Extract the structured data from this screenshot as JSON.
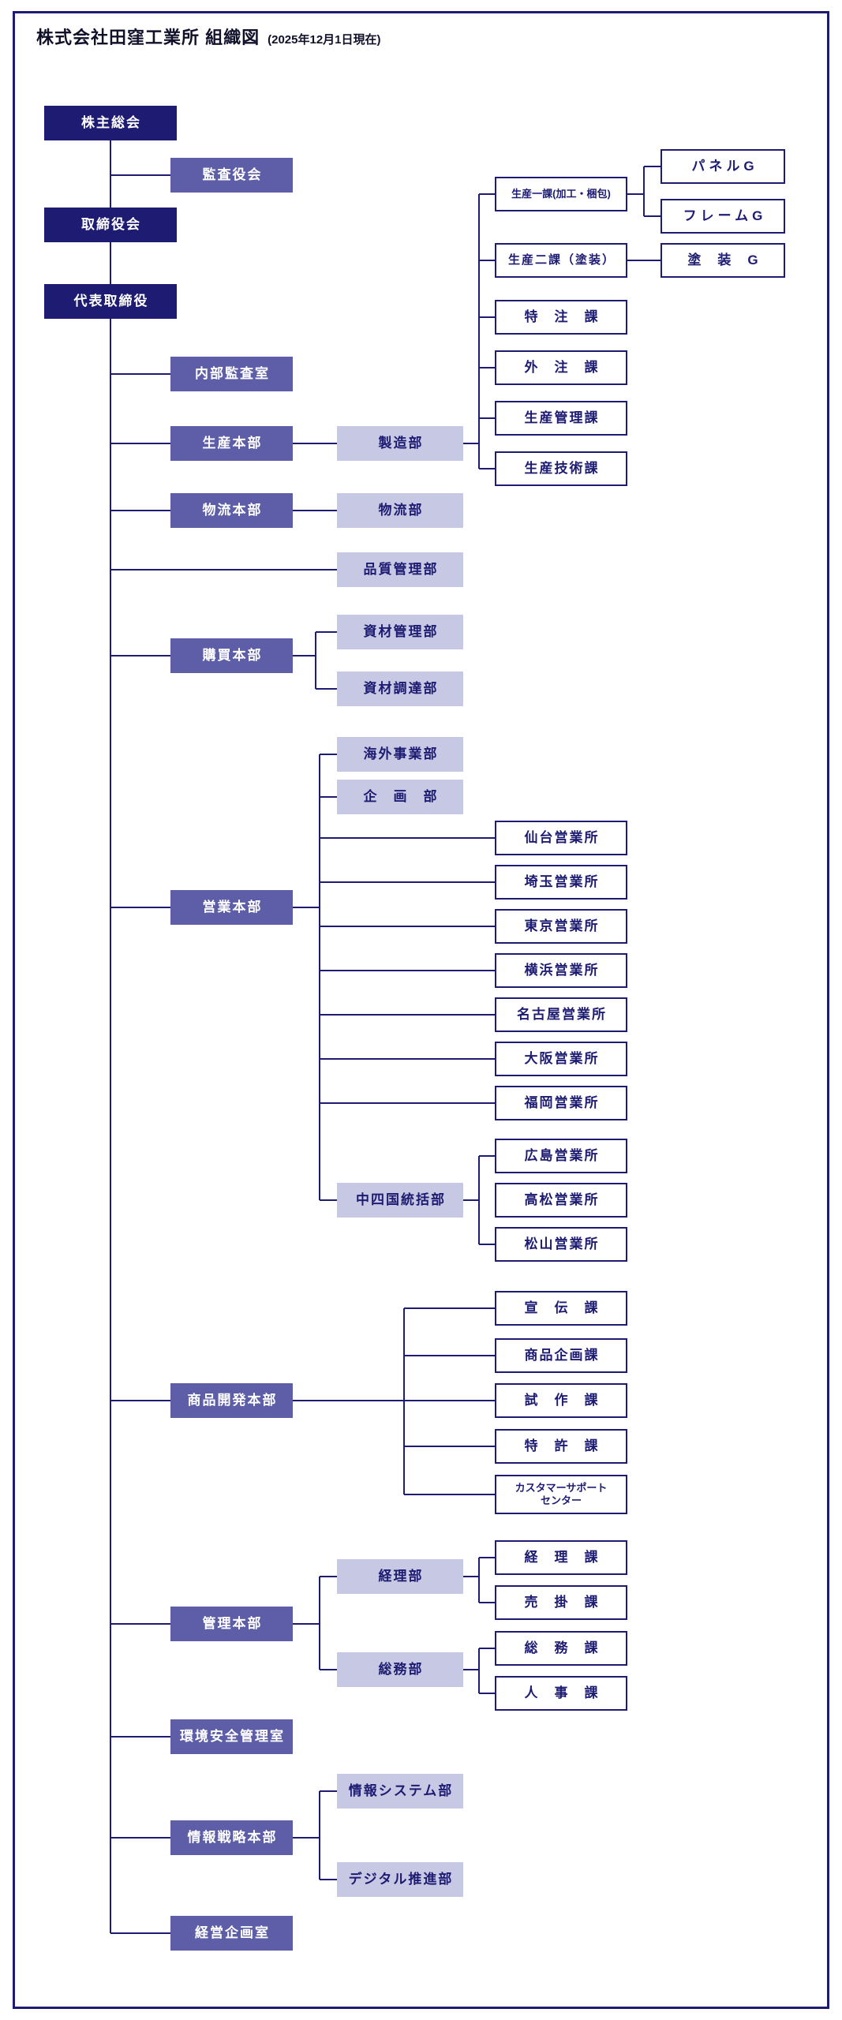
{
  "title": "株式会社田窪工業所 組織図",
  "date_note": "(2025年12月1日現在)",
  "colors": {
    "navy": "#1e1c72",
    "purple": "#5e5ea8",
    "lavender": "#c7c8e4",
    "line": "#1e1c72",
    "background": "#ffffff"
  },
  "nodes": {
    "shareholders": "株主総会",
    "audit_board": "監査役会",
    "board": "取締役会",
    "ceo": "代表取締役",
    "internal_audit": "内部監査室",
    "production_hq": "生産本部",
    "manufacturing": "製造部",
    "seisan1": "生産一課(加工・梱包)",
    "panel_g": "パネルG",
    "frame_g": "フレームG",
    "seisan2": "生産二課（塗装）",
    "tosou_g": "塗　装　G",
    "tokuchu": "特　注　課",
    "gaichu": "外　注　課",
    "seisan_kanri": "生産管理課",
    "seisan_gijutsu": "生産技術課",
    "logistics_hq": "物流本部",
    "logistics_dept": "物流部",
    "quality": "品質管理部",
    "purchasing_hq": "購買本部",
    "shizai_kanri": "資材管理部",
    "shizai_chotatsu": "資材調達部",
    "sales_hq": "営業本部",
    "overseas": "海外事業部",
    "planning": "企　画　部",
    "sendai": "仙台営業所",
    "saitama": "埼玉営業所",
    "tokyo": "東京営業所",
    "yokohama": "横浜営業所",
    "nagoya": "名古屋営業所",
    "osaka": "大阪営業所",
    "fukuoka": "福岡営業所",
    "chushikoku": "中四国統括部",
    "hiroshima": "広島営業所",
    "takamatsu": "高松営業所",
    "matsuyama": "松山営業所",
    "product_dev_hq": "商品開発本部",
    "senden": "宣　伝　課",
    "shohin_kikaku": "商品企画課",
    "shisaku": "試　作　課",
    "tokkyo": "特　許　課",
    "customer_support": "カスタマーサポート\nセンター",
    "admin_hq": "管理本部",
    "keiri_dept": "経理部",
    "keiri_ka": "経　理　課",
    "urikake": "売　掛　課",
    "soumu_dept": "総務部",
    "soumu_ka": "総　務　課",
    "jinji": "人　事　課",
    "env_safety": "環境安全管理室",
    "it_strategy_hq": "情報戦略本部",
    "it_system": "情報システム部",
    "digital": "デジタル推進部",
    "corp_planning": "経営企画室"
  }
}
